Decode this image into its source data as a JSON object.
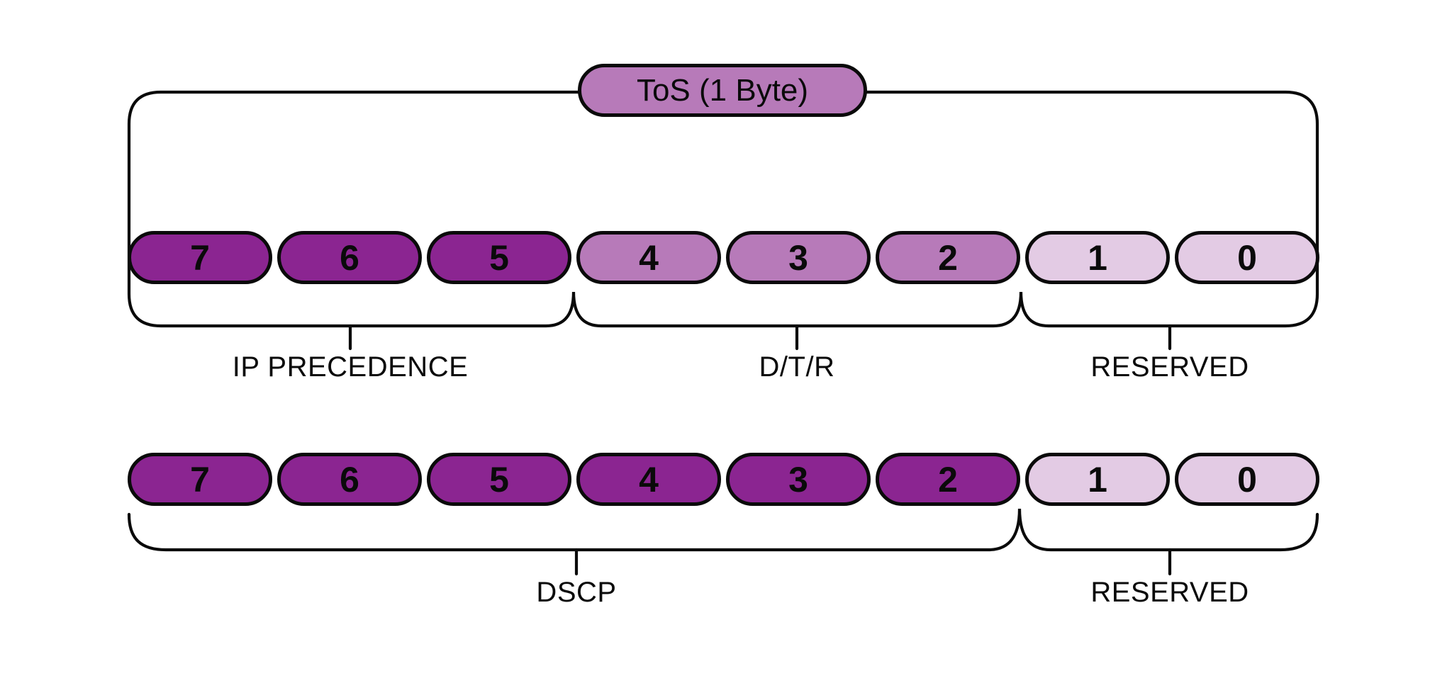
{
  "diagram": {
    "title": "ToS (1 Byte)",
    "colors": {
      "dark_purple": "#8b2591",
      "medium_purple": "#b77ab9",
      "light_purple": "#e3cbe4",
      "line": "#0a0a0a",
      "background": "#ffffff"
    },
    "tos_row": {
      "bits": [
        {
          "label": "7",
          "fill": "#8b2591"
        },
        {
          "label": "6",
          "fill": "#8b2591"
        },
        {
          "label": "5",
          "fill": "#8b2591"
        },
        {
          "label": "4",
          "fill": "#b77ab9"
        },
        {
          "label": "3",
          "fill": "#b77ab9"
        },
        {
          "label": "2",
          "fill": "#b77ab9"
        },
        {
          "label": "1",
          "fill": "#e3cbe4"
        },
        {
          "label": "0",
          "fill": "#e3cbe4"
        }
      ],
      "groups": [
        {
          "label": "IP PRECEDENCE"
        },
        {
          "label": "D/T/R"
        },
        {
          "label": "RESERVED"
        }
      ]
    },
    "dscp_row": {
      "bits": [
        {
          "label": "7",
          "fill": "#8b2591"
        },
        {
          "label": "6",
          "fill": "#8b2591"
        },
        {
          "label": "5",
          "fill": "#8b2591"
        },
        {
          "label": "4",
          "fill": "#8b2591"
        },
        {
          "label": "3",
          "fill": "#8b2591"
        },
        {
          "label": "2",
          "fill": "#8b2591"
        },
        {
          "label": "1",
          "fill": "#e3cbe4"
        },
        {
          "label": "0",
          "fill": "#e3cbe4"
        }
      ],
      "groups": [
        {
          "label": "DSCP"
        },
        {
          "label": "RESERVED"
        }
      ]
    }
  }
}
